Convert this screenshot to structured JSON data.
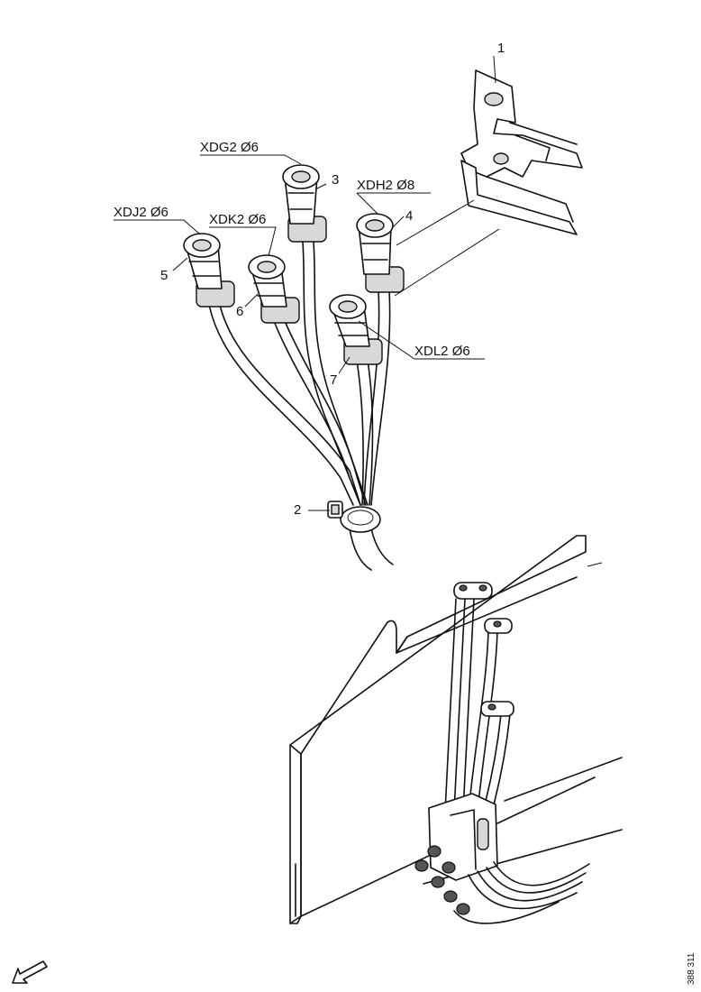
{
  "labels": {
    "xdg2": "XDG2 Ø6",
    "xdh2": "XDH2 Ø8",
    "xdj2": "XDJ2 Ø6",
    "xdk2": "XDK2 Ø6",
    "xdl2": "XDL2 Ø6"
  },
  "callouts": {
    "c1": "1",
    "c2": "2",
    "c3": "3",
    "c4": "4",
    "c5": "5",
    "c6": "6",
    "c7": "7"
  },
  "reference": "388 311"
}
